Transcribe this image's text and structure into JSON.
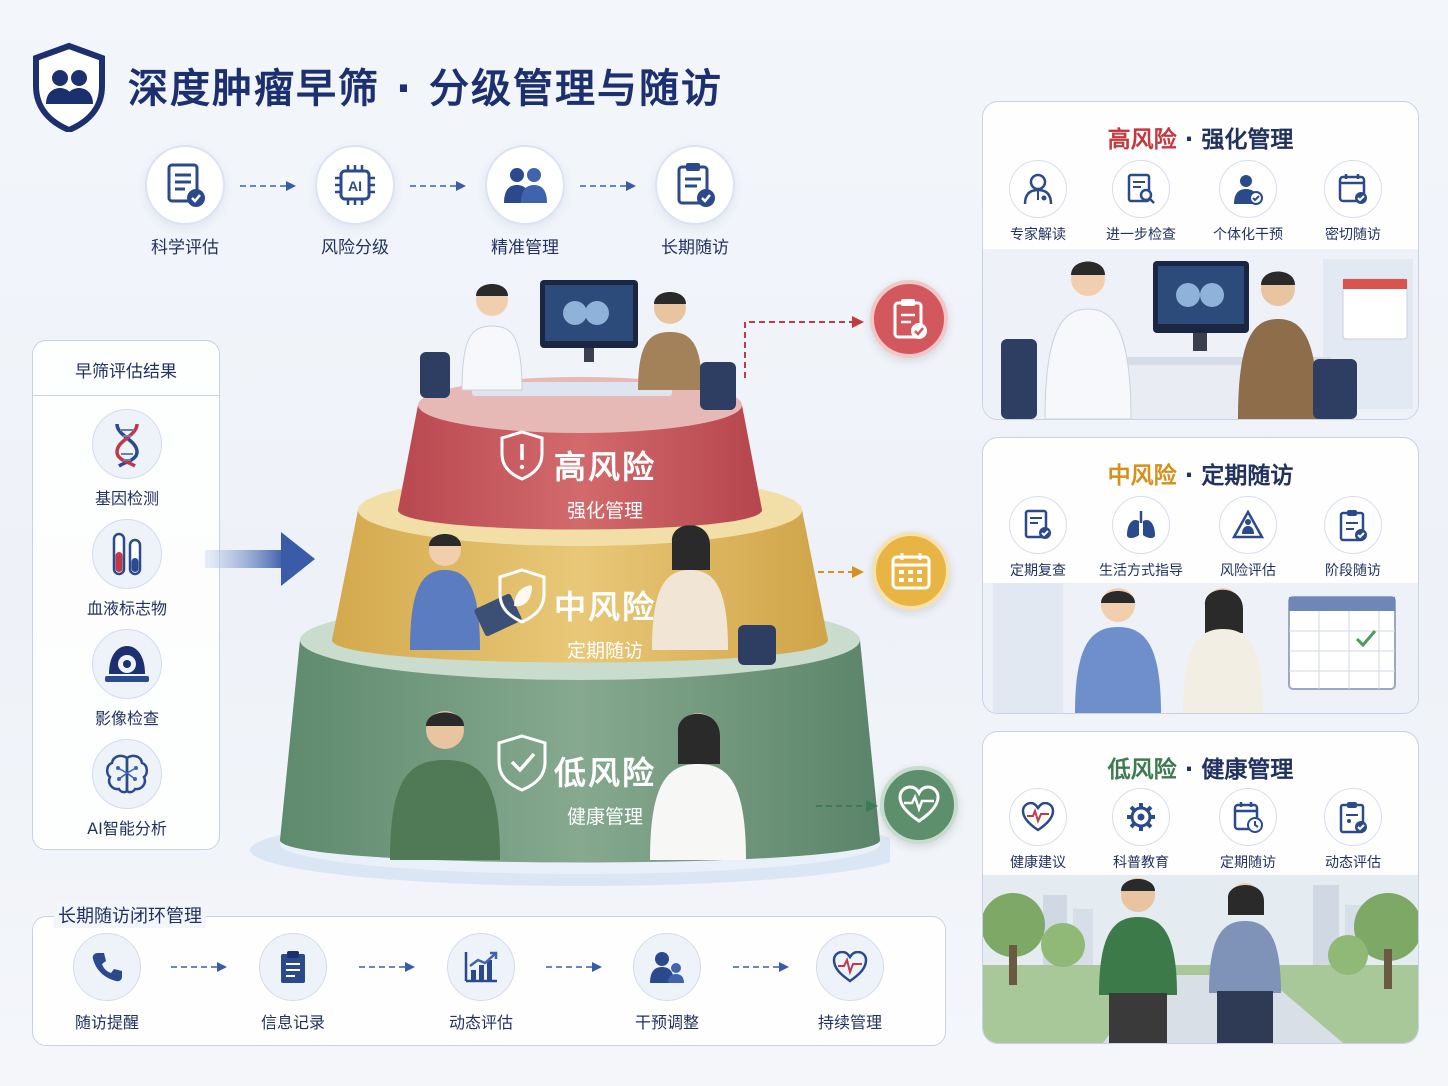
{
  "header": {
    "title": "深度肿瘤早筛 · 分级管理与随访",
    "logo_icon": "shield-people-icon"
  },
  "flow": [
    {
      "label": "科学评估",
      "icon": "checklist-document-icon"
    },
    {
      "label": "风险分级",
      "icon": "ai-chip-icon"
    },
    {
      "label": "精准管理",
      "icon": "people-group-icon"
    },
    {
      "label": "长期随访",
      "icon": "clipboard-check-icon"
    }
  ],
  "screening": {
    "title": "早筛评估结果",
    "items": [
      {
        "label": "基因检测",
        "icon": "dna-icon"
      },
      {
        "label": "血液标志物",
        "icon": "test-tubes-icon"
      },
      {
        "label": "影像检查",
        "icon": "ct-scanner-icon"
      },
      {
        "label": "AI智能分析",
        "icon": "ai-brain-icon"
      }
    ]
  },
  "tiers": {
    "high": {
      "title": "高风险",
      "subtitle": "强化管理",
      "color": "#c7565a"
    },
    "mid": {
      "title": "中风险",
      "subtitle": "定期随访",
      "color": "#dcb45c"
    },
    "low": {
      "title": "低风险",
      "subtitle": "健康管理",
      "color": "#6b9479"
    }
  },
  "panels": {
    "high": {
      "title_risk": "高风险",
      "title_mgmt": " · 强化管理",
      "color": "#c2393f",
      "items": [
        {
          "label": "专家解读",
          "icon": "doctor-icon"
        },
        {
          "label": "进一步检查",
          "icon": "document-search-icon"
        },
        {
          "label": "个体化干预",
          "icon": "person-check-icon"
        },
        {
          "label": "密切随访",
          "icon": "calendar-check-icon"
        }
      ]
    },
    "mid": {
      "title_risk": "中风险",
      "title_mgmt": " · 定期随访",
      "color": "#d4921c",
      "items": [
        {
          "label": "定期复查",
          "icon": "document-check-icon"
        },
        {
          "label": "生活方式指导",
          "icon": "lungs-icon"
        },
        {
          "label": "风险评估",
          "icon": "warning-person-icon"
        },
        {
          "label": "阶段随访",
          "icon": "clipboard-list-icon"
        }
      ]
    },
    "low": {
      "title_risk": "低风险",
      "title_mgmt": " · 健康管理",
      "color": "#3e7a52",
      "items": [
        {
          "label": "健康建议",
          "icon": "heart-pulse-icon"
        },
        {
          "label": "科普教育",
          "icon": "gear-brain-icon"
        },
        {
          "label": "定期随访",
          "icon": "calendar-clock-icon"
        },
        {
          "label": "动态评估",
          "icon": "clipboard-check-icon"
        }
      ]
    }
  },
  "followup": {
    "title": "长期随访闭环管理",
    "steps": [
      {
        "label": "随访提醒",
        "icon": "phone-icon"
      },
      {
        "label": "信息记录",
        "icon": "clipboard-list-icon"
      },
      {
        "label": "动态评估",
        "icon": "chart-trend-icon"
      },
      {
        "label": "干预调整",
        "icon": "doctor-patient-icon"
      },
      {
        "label": "持续管理",
        "icon": "heart-pulse-icon"
      }
    ]
  },
  "ai_chip_text": "AI"
}
